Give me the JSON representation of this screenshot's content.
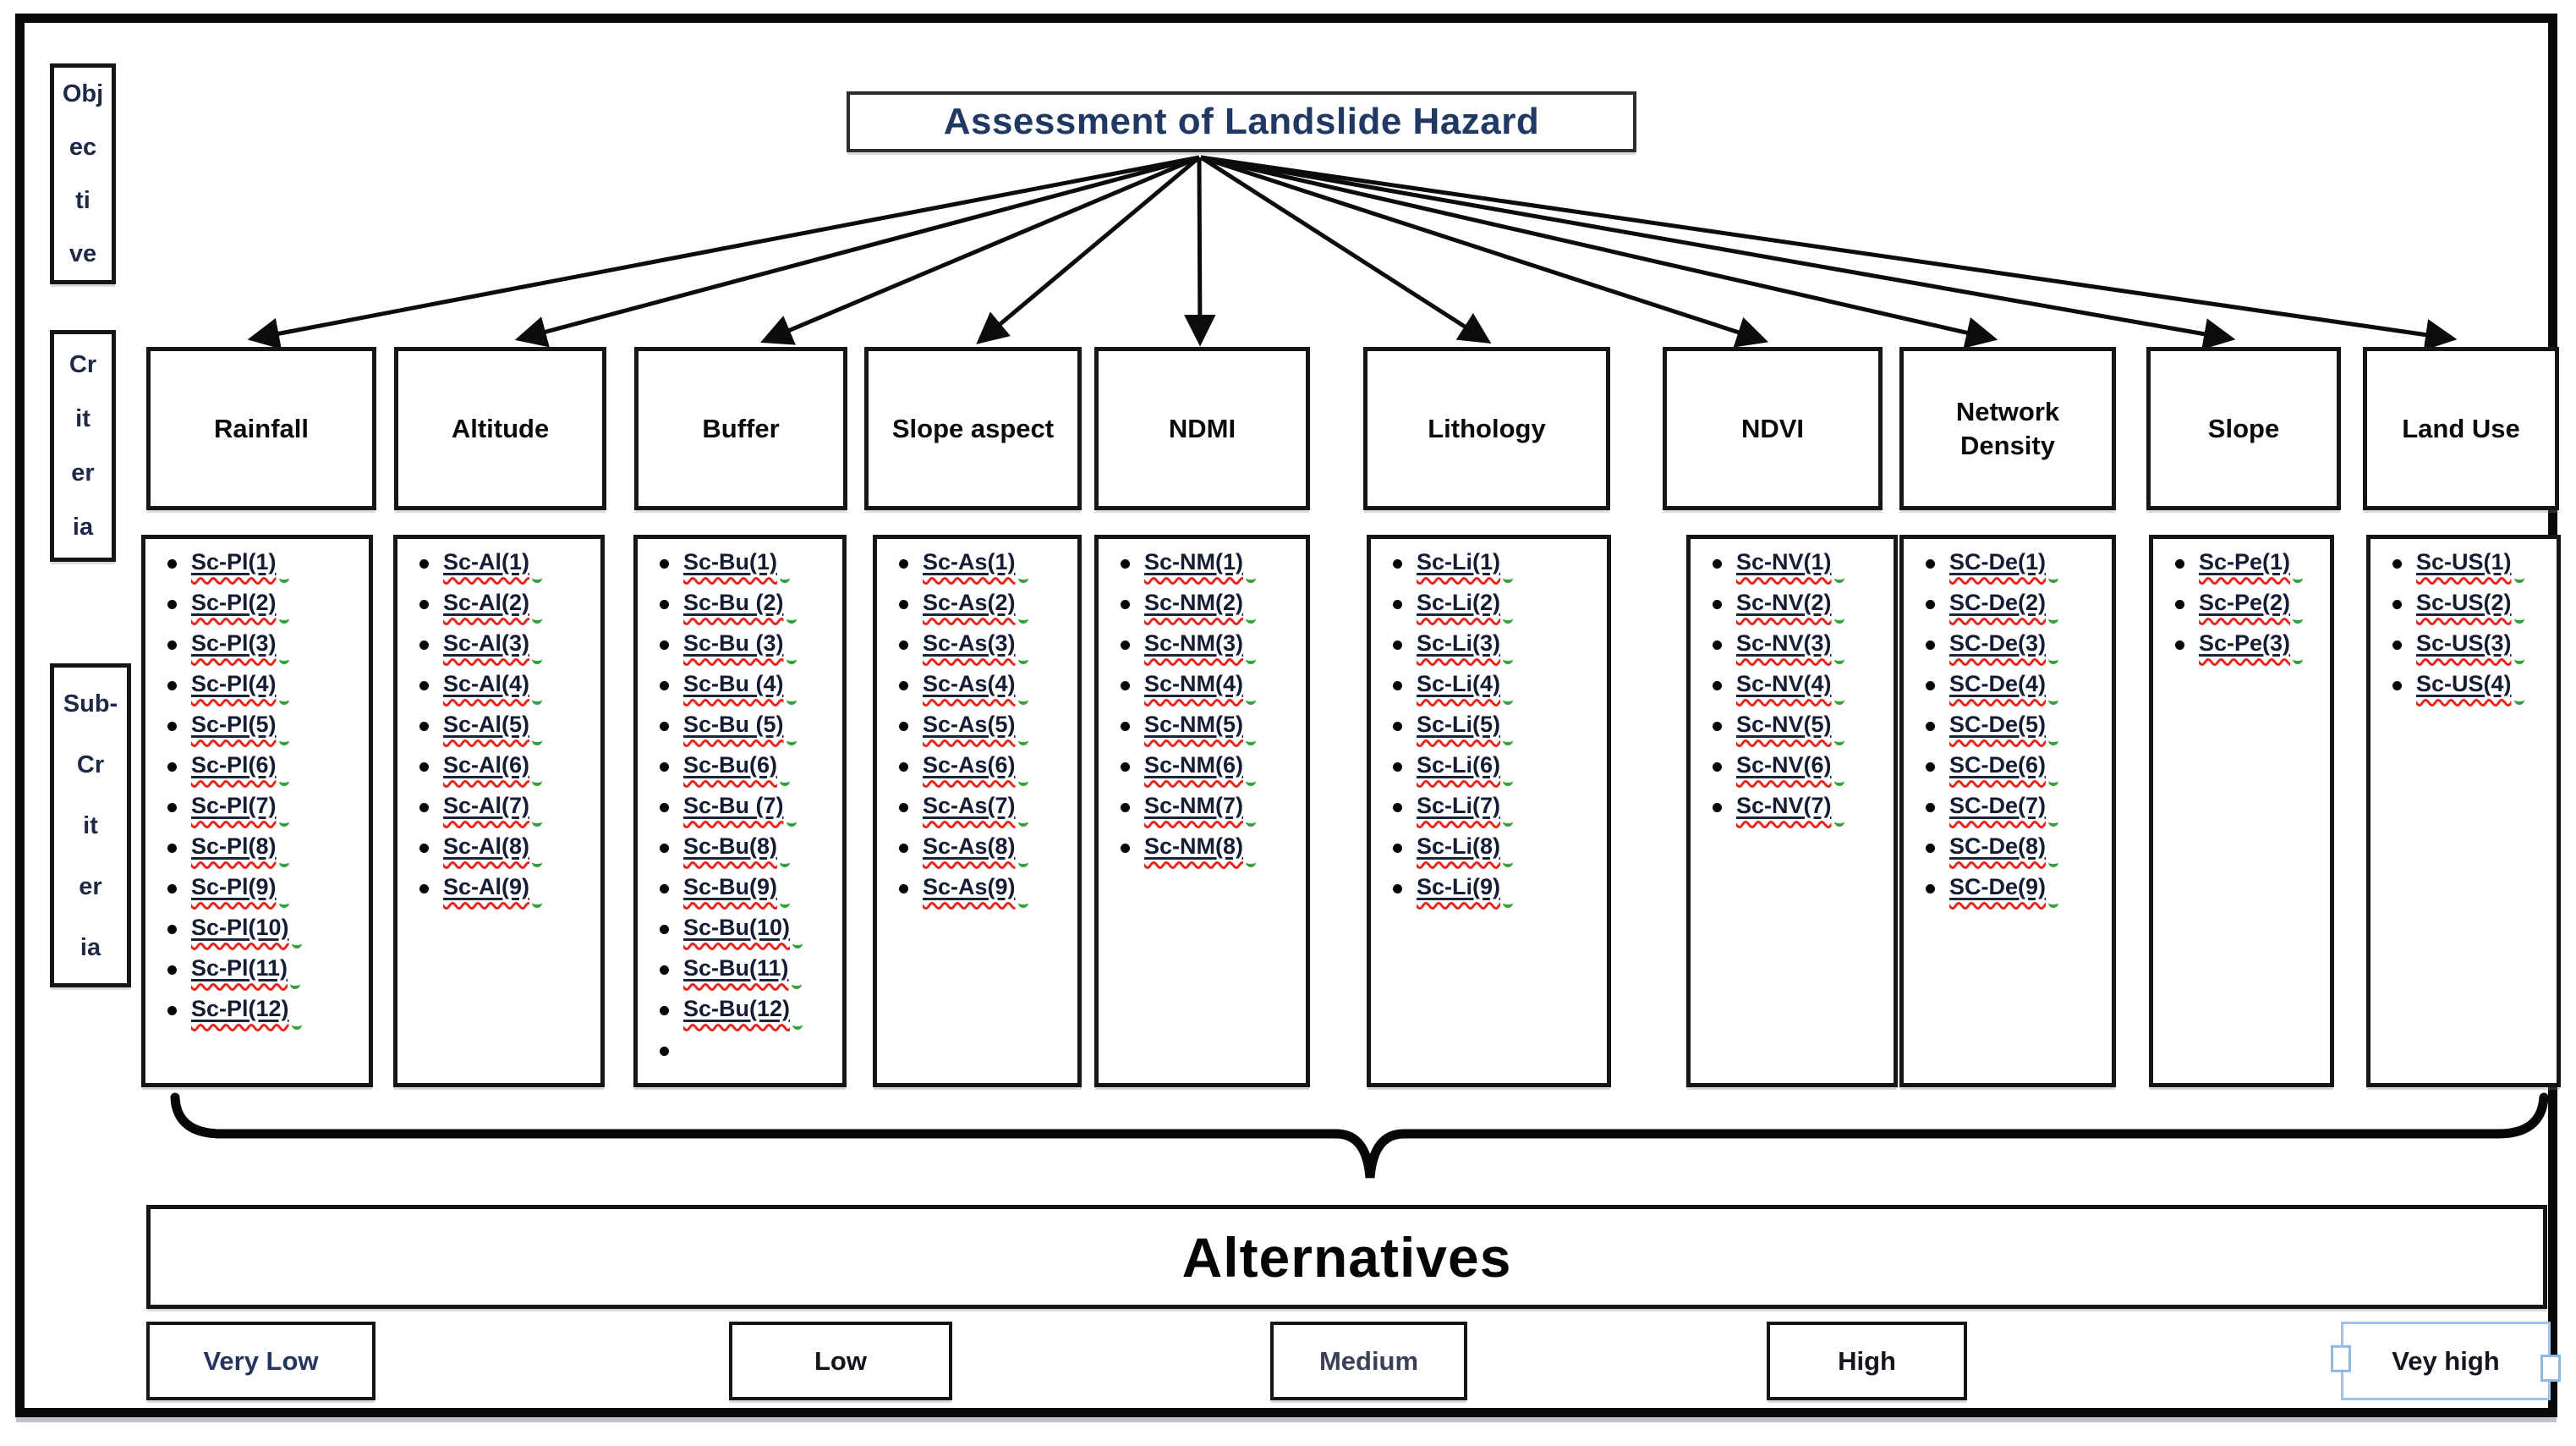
{
  "title": "Assessment of Landslide Hazard",
  "level_labels": {
    "objective": [
      "Obj",
      "ec",
      "ti",
      "ve"
    ],
    "criteria": [
      "Cr",
      "it",
      "er",
      "ia"
    ],
    "subcriteria": [
      "Sub-",
      "Cr",
      "it",
      "er",
      "ia"
    ]
  },
  "criteria": [
    {
      "name": "Rainfall",
      "items": [
        "Sc-Pl(1)",
        "Sc-Pl(2)",
        "Sc-Pl(3)",
        "Sc-Pl(4)",
        "Sc-Pl(5)",
        "Sc-Pl(6)",
        "Sc-Pl(7)",
        "Sc-Pl(8)",
        "Sc-Pl(9)",
        "Sc-Pl(10)",
        "Sc-Pl(11)",
        "Sc-Pl(12)"
      ]
    },
    {
      "name": "Altitude",
      "items": [
        "Sc-Al(1)",
        "Sc-Al(2)",
        "Sc-Al(3)",
        "Sc-Al(4)",
        "Sc-Al(5)",
        "Sc-Al(6)",
        "Sc-Al(7)",
        "Sc-Al(8)",
        "Sc-Al(9)"
      ]
    },
    {
      "name": "Buffer",
      "items": [
        "Sc-Bu(1)",
        "Sc-Bu (2)",
        "Sc-Bu (3)",
        "Sc-Bu (4)",
        "Sc-Bu (5)",
        "Sc-Bu(6)",
        "Sc-Bu (7)",
        "Sc-Bu(8)",
        "Sc-Bu(9)",
        "Sc-Bu(10)",
        "Sc-Bu(11)",
        "Sc-Bu(12)",
        ""
      ]
    },
    {
      "name": "Slope aspect",
      "items": [
        "Sc-As(1)",
        "Sc-As(2)",
        "Sc-As(3)",
        "Sc-As(4)",
        "Sc-As(5)",
        "Sc-As(6)",
        "Sc-As(7)",
        "Sc-As(8)",
        "Sc-As(9)"
      ]
    },
    {
      "name": "NDMI",
      "items": [
        "Sc-NM(1)",
        "Sc-NM(2)",
        "Sc-NM(3)",
        "Sc-NM(4)",
        "Sc-NM(5)",
        "Sc-NM(6)",
        "Sc-NM(7)",
        "Sc-NM(8)"
      ]
    },
    {
      "name": "Lithology",
      "items": [
        "Sc-Li(1)",
        "Sc-Li(2)",
        "Sc-Li(3)",
        "Sc-Li(4)",
        "Sc-Li(5)",
        "Sc-Li(6)",
        "Sc-Li(7)",
        "Sc-Li(8)",
        "Sc-Li(9)"
      ]
    },
    {
      "name": "NDVI",
      "items": [
        "Sc-NV(1)",
        "Sc-NV(2)",
        "Sc-NV(3)",
        "Sc-NV(4)",
        "Sc-NV(5)",
        "Sc-NV(6)",
        "Sc-NV(7)"
      ]
    },
    {
      "name": "Network Density",
      "items": [
        "SC-De(1)",
        "SC-De(2)",
        "SC-De(3)",
        "SC-De(4)",
        "SC-De(5)",
        "SC-De(6)",
        "SC-De(7)",
        "SC-De(8)",
        "SC-De(9)"
      ]
    },
    {
      "name": "Slope",
      "items": [
        "Sc-Pe(1)",
        "Sc-Pe(2)",
        "Sc-Pe(3)"
      ]
    },
    {
      "name": "Land Use",
      "items": [
        "Sc-US(1)",
        "Sc-US(2)",
        "Sc-US(3)",
        "Sc-US(4)"
      ]
    }
  ],
  "alternatives": {
    "title": "Alternatives",
    "options": [
      {
        "label": "Very Low",
        "selected": false
      },
      {
        "label": "Low",
        "selected": false
      },
      {
        "label": "Medium",
        "selected": false
      },
      {
        "label": "High",
        "selected": false
      },
      {
        "label": "Vey high",
        "selected": true
      }
    ]
  },
  "colors": {
    "title_text": "#1f3864",
    "box_border": "#161616",
    "item_text": "#141d33",
    "spellcheck_red": "#e8261d",
    "grammar_green": "#35a13a",
    "selection_blue": "#9dc3e6"
  }
}
